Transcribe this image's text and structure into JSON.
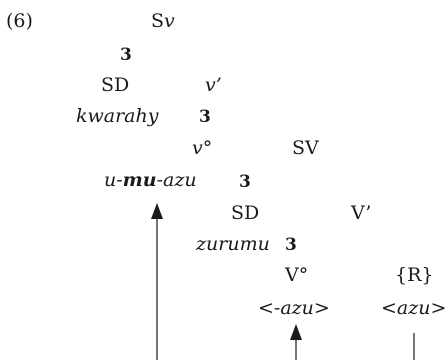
{
  "example_number": "(6)",
  "tree": {
    "root": {
      "cat": "S",
      "sub": "v"
    },
    "branch_1": "3",
    "sd_1": "SD",
    "vbar_1": "v’",
    "spec_1": "kwarahy",
    "branch_2": "3",
    "vhead": "v°",
    "sv": "SV",
    "head_word": {
      "pre": "u-",
      "bold": "mu",
      "post": "-azu"
    },
    "branch_3": "3",
    "sd_2": "SD",
    "vbar_2": "V’",
    "spec_2": "zurumu",
    "branch_4": "3",
    "v0": "V°",
    "r_node": "{R}",
    "trace": "<-azu>",
    "r_value": "<azu>"
  }
}
